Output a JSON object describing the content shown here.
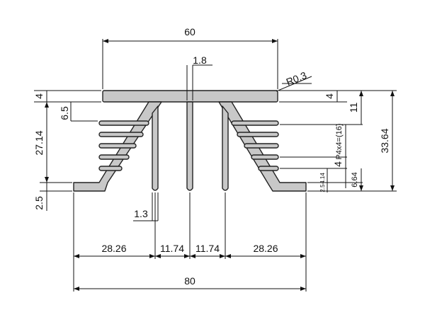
{
  "diagram": {
    "top_width": "60",
    "center_fin_thickness": "1.8",
    "corner_radius": "R0.3",
    "base_thickness_left": "4",
    "base_thickness_right": "4",
    "fin_gap_top": "6.5",
    "left_height": "27.14",
    "foot_thickness": "2.5",
    "fin_thickness": "1.3",
    "segment_left": "28.26",
    "segment_center_left": "11.74",
    "segment_center_right": "11.74",
    "segment_right": "28.26",
    "total_width": "80",
    "right_upper": "11",
    "pitch_label": "P4x4=(16)",
    "right_small_4": "4",
    "right_lower": "6.64",
    "small_label_a": "2.5",
    "small_label_b": "4.14",
    "total_height": "33.64"
  }
}
